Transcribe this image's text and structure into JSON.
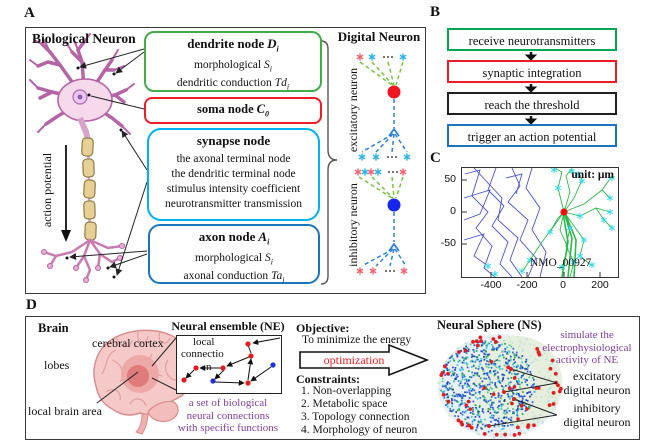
{
  "figure": {
    "type": "scientific-figure",
    "panels": [
      "A",
      "B",
      "C",
      "D"
    ]
  },
  "colors": {
    "dendrite_green": "#3fae49",
    "soma_red": "#ee1c25",
    "synapse_cyan": "#00b0f0",
    "axon_blue": "#1b75bc",
    "excitatory_neuron_red": "#ee1620",
    "inhibitory_neuron_blue": "#1626ee",
    "asterisk_cyan": "#2bb3e8",
    "asterisk_red": "#f2636f",
    "purple_text": "#7b3f9d",
    "optimization_red": "#ed1c24",
    "flow_green": "#00a651",
    "flow_red": "#ec1c24",
    "flow_black": "#231f20",
    "flow_blue": "#1c75bc",
    "axon_trace_blue": "#4a52d4",
    "dendrite_trace_green": "#2db84b",
    "tip_marker_cyan": "#35dce8"
  },
  "panel_a": {
    "label": "A",
    "bio_title": "Biological Neuron",
    "digital_title": "Digital Neuron",
    "action_potential": "action potential",
    "excitatory_label": "excitatory neuron",
    "inhibitory_label": "inhibitory neuron",
    "boxes": {
      "dendrite": {
        "title": "dendrite node",
        "var": "D",
        "sub": "i",
        "lines": [
          {
            "t": "morphological",
            "v": "S",
            "s": "i"
          },
          {
            "t": "dendritic conduction",
            "v": "Td",
            "s": "i"
          }
        ]
      },
      "soma": {
        "title": "soma node",
        "var": "C",
        "sub": "0"
      },
      "synapse": {
        "title": "synapse node",
        "lines": [
          "the axonal terminal node",
          "the dendritic terminal node",
          "stimulus intensity coefficient",
          "neurotransmitter transmission"
        ]
      },
      "axon": {
        "title": "axon node",
        "var": "A",
        "sub": "i",
        "lines": [
          {
            "t": "morphological",
            "v": "S",
            "s": "i"
          },
          {
            "t": "axonal conduction",
            "v": "Ta",
            "s": "i"
          }
        ]
      }
    }
  },
  "panel_b": {
    "label": "B",
    "steps": [
      {
        "text": "receive neurotransmitters",
        "border_color": "#00a651"
      },
      {
        "text": "synaptic integration",
        "border_color": "#ec1c24"
      },
      {
        "text": "reach the threshold",
        "border_color": "#231f20"
      },
      {
        "text": "trigger an action potential",
        "border_color": "#1c75bc"
      }
    ]
  },
  "panel_c": {
    "label": "C",
    "unit_note": "unit: μm",
    "specimen_id": "NMO_00927",
    "y_ticks": [
      "50",
      "0",
      "-50"
    ],
    "x_ticks": [
      "-400",
      "-200",
      "0",
      "200"
    ]
  },
  "chart_data": {
    "type": "line",
    "title": "Neuron morphology reconstruction NMO_00927",
    "xlabel": "",
    "ylabel": "",
    "unit": "μm",
    "xlim": [
      -550,
      290
    ],
    "ylim": [
      -100,
      65
    ],
    "x_ticks": [
      -400,
      -200,
      0,
      200
    ],
    "y_ticks": [
      50,
      0,
      -50
    ],
    "grid": false,
    "series": [
      {
        "name": "axon traces",
        "color": "#4a52d4",
        "style": "polyline bundle, left region"
      },
      {
        "name": "dendrite traces",
        "color": "#2db84b",
        "style": "polyline bundle radiating from soma"
      },
      {
        "name": "branch tips",
        "color": "#35dce8",
        "marker": "asterisk"
      },
      {
        "name": "soma",
        "color": "#ff0000",
        "marker": "filled circle",
        "point": [
          0,
          0
        ]
      }
    ],
    "annotations": [
      "unit: μm",
      "NMO_00927"
    ]
  },
  "panel_d": {
    "label": "D",
    "brain": {
      "title": "Brain",
      "label_cortex": "cerebral cortex",
      "label_lobes": "lobes",
      "label_local": "local brain area"
    },
    "ne": {
      "title": "Neural ensemble (NE)",
      "inner_label_parts": [
        "local",
        "connectio",
        "n"
      ],
      "inner_label_full": "local connection",
      "caption": [
        "a set of biological",
        "neural connections",
        "with specific functions"
      ]
    },
    "objective": {
      "heading": "Objective:",
      "text": "To minimize the energy",
      "arrow_label": "optimization"
    },
    "constraints": {
      "heading": "Constraints:",
      "items": [
        "1. Non-overlapping",
        "2. Metabolic space",
        "3. Topology connection",
        "4. Morphology of neuron"
      ]
    },
    "ns": {
      "title": "Neural Sphere (NS)",
      "caption": [
        "simulate the",
        "electrophysiological",
        "activity of NE"
      ],
      "annotations": [
        {
          "line1": "excitatory",
          "line2": "digital neuron"
        },
        {
          "line1": "inhibitory",
          "line2": "digital neuron"
        }
      ]
    }
  }
}
